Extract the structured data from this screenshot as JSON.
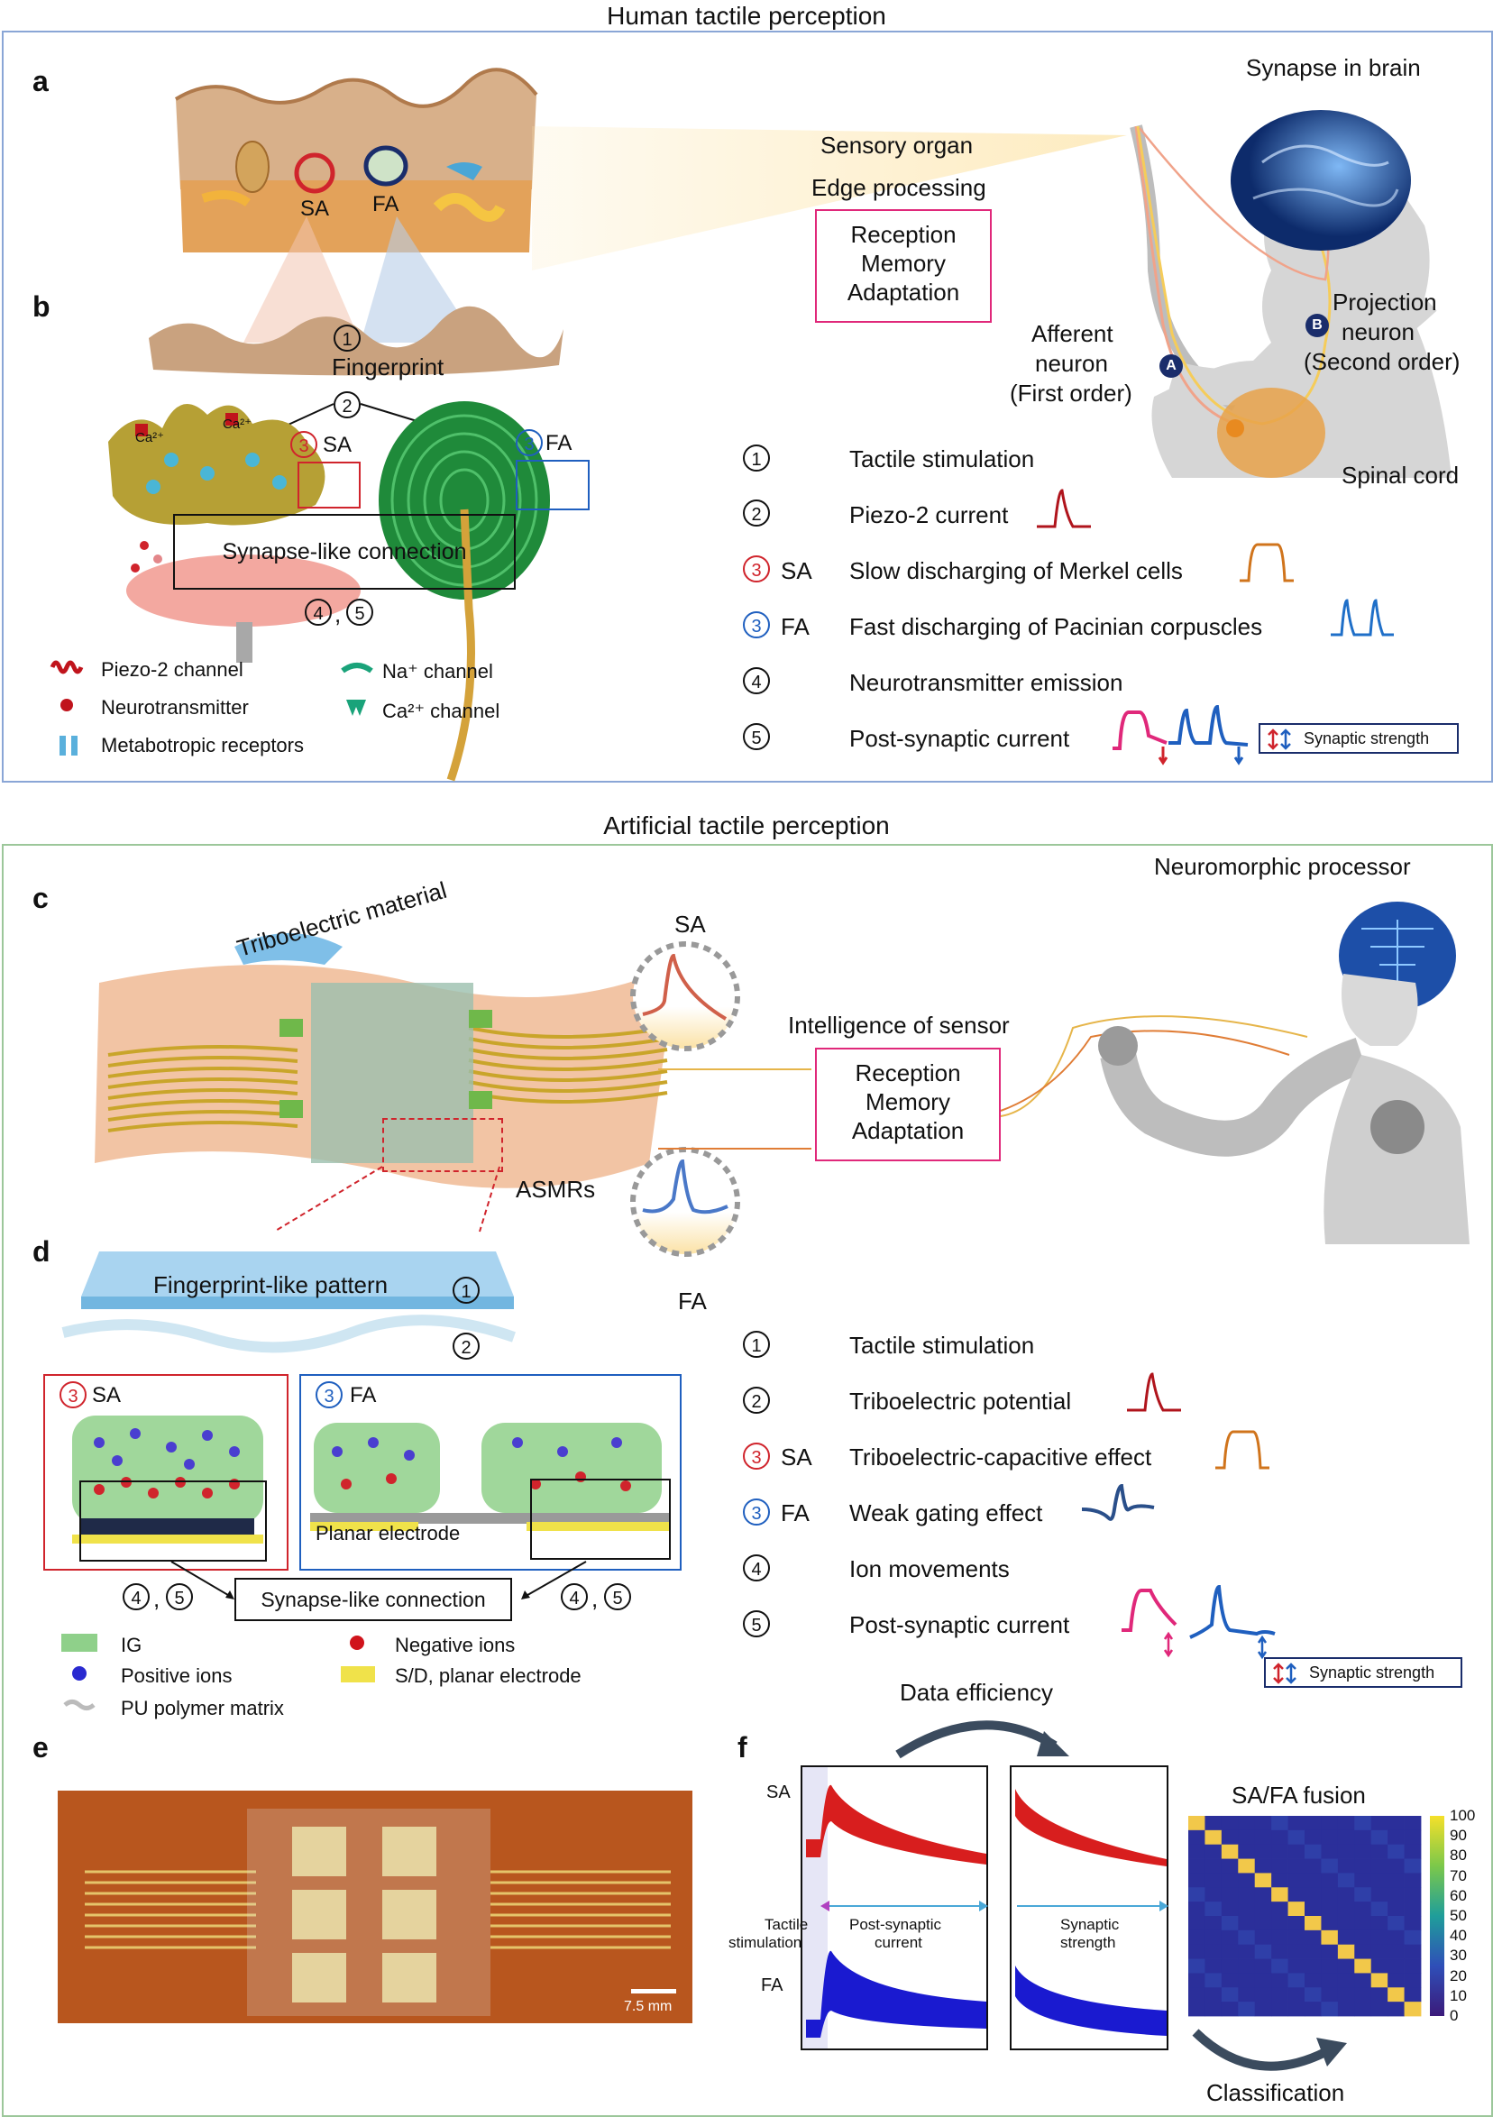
{
  "human_section": {
    "title": "Human tactile perception",
    "panel_a_label": "a",
    "panel_b_label": "b",
    "synapse_in_brain": "Synapse in brain",
    "sensory_organ": "Sensory organ",
    "edge_processing": "Edge processing",
    "reception_box": [
      "Reception",
      "Memory",
      "Adaptation"
    ],
    "sa": "SA",
    "fa": "FA",
    "afferent": [
      "Afferent",
      "neuron",
      "(First order)"
    ],
    "projection": [
      "Projection",
      "neuron",
      "(Second order)"
    ],
    "badge_a": "A",
    "badge_b": "B",
    "spinal_cord": "Spinal cord",
    "fingerprint": "Fingerprint",
    "ca_label": "Ca²⁺",
    "synapse_like": "Synapse-like connection",
    "four_five": ",",
    "legend": {
      "piezo": "Piezo-2 channel",
      "neurotransmitter": "Neurotransmitter",
      "metabotropic": "Metabotropic receptors",
      "na_channel": "Na⁺ channel",
      "ca_channel": "Ca²⁺ channel"
    },
    "steps": [
      {
        "num": "1",
        "tag": "",
        "text": "Tactile stimulation"
      },
      {
        "num": "2",
        "tag": "",
        "text": "Piezo-2 current"
      },
      {
        "num": "3",
        "tag": "SA",
        "text": "Slow discharging of Merkel cells"
      },
      {
        "num": "3",
        "tag": "FA",
        "text": "Fast discharging of Pacinian corpuscles"
      },
      {
        "num": "4",
        "tag": "",
        "text": "Neurotransmitter emission"
      },
      {
        "num": "5",
        "tag": "",
        "text": "Post-synaptic current"
      }
    ],
    "synaptic_strength": "Synaptic strength"
  },
  "artificial_section": {
    "title": "Artificial tactile perception",
    "panel_c_label": "c",
    "panel_d_label": "d",
    "panel_e_label": "e",
    "panel_f_label": "f",
    "neuromorphic": "Neuromorphic processor",
    "triboelectric_material": "Triboelectric material",
    "sa": "SA",
    "fa": "FA",
    "intelligence": "Intelligence of sensor",
    "reception_box": [
      "Reception",
      "Memory",
      "Adaptation"
    ],
    "asmrs": "ASMRs",
    "fingerprint_pattern": "Fingerprint-like pattern",
    "planar_electrode": "Planar electrode",
    "synapse_like": "Synapse-like connection",
    "four_five": ",",
    "legend": {
      "ig": "IG",
      "positive": "Positive ions",
      "pu": "PU polymer matrix",
      "negative": "Negative ions",
      "sd": "S/D, planar electrode"
    },
    "steps": [
      {
        "num": "1",
        "tag": "",
        "text": "Tactile stimulation"
      },
      {
        "num": "2",
        "tag": "",
        "text": "Triboelectric potential"
      },
      {
        "num": "3",
        "tag": "SA",
        "text": "Triboelectric-capacitive effect"
      },
      {
        "num": "3",
        "tag": "FA",
        "text": "Weak gating effect"
      },
      {
        "num": "4",
        "tag": "",
        "text": "Ion movements"
      },
      {
        "num": "5",
        "tag": "",
        "text": "Post-synaptic current"
      }
    ],
    "synaptic_strength": "Synaptic strength",
    "scale_bar": "7.5 mm",
    "data_efficiency": "Data efficiency",
    "sa_row": "SA",
    "fa_row": "FA",
    "tactile_stimulation": [
      "Tactile",
      "stimulation"
    ],
    "post_synaptic": [
      "Post-synaptic",
      "current"
    ],
    "synaptic_strength_f": [
      "Synaptic",
      "strength"
    ],
    "fusion_title": "SA/FA fusion",
    "colorbar_ticks": [
      "100",
      "90",
      "80",
      "70",
      "60",
      "50",
      "40",
      "30",
      "20",
      "10",
      "0"
    ],
    "classification": "Classification"
  },
  "colors": {
    "human_border": "#8aa6d6",
    "artificial_border": "#9cc79a",
    "pink": "#e0287a",
    "sa_red": "#d0242c",
    "fa_blue": "#1f5fbf"
  }
}
